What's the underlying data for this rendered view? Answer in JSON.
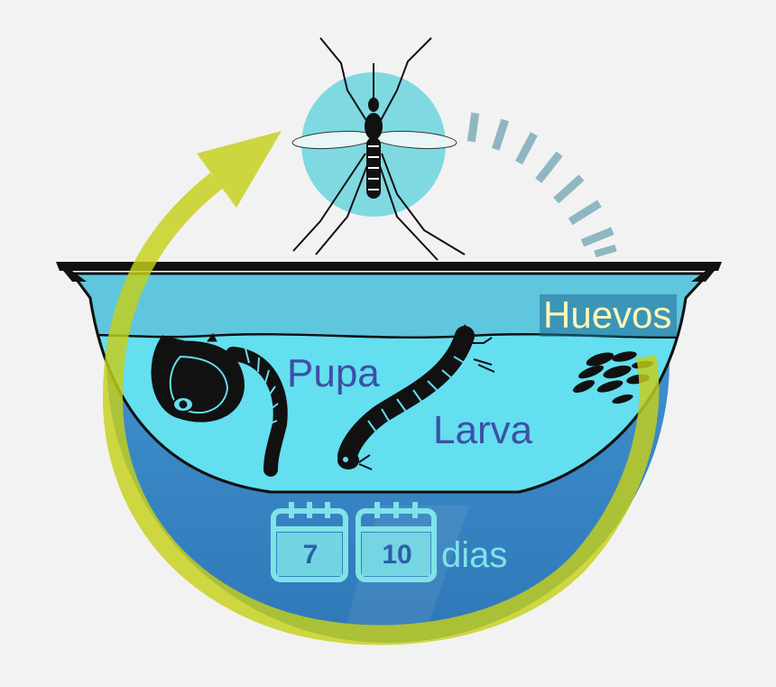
{
  "colors": {
    "background": "#f2f2f2",
    "cycle_arrow": "#c6cf18",
    "water_light": "#63dff0",
    "basin_rim": "#5fc6de",
    "basin_deep": "#3a86c6",
    "stage_text": "#3e4fa6",
    "eggs_text": "#fbf7b8",
    "calendar": "#7fe3e8",
    "silhouette": "#111111",
    "mosquito_disc": "#7fd9e1",
    "dashes": "#8fb7c2"
  },
  "stages": {
    "adult": {
      "icon": "mosquito-icon"
    },
    "pupa": {
      "label": "Pupa",
      "icon": "pupa-icon"
    },
    "larva": {
      "label": "Larva",
      "icon": "larva-icon"
    },
    "eggs": {
      "label": "Huevos",
      "icon": "eggs-icon"
    }
  },
  "duration": {
    "calendar_icon": "calendar-icon",
    "min": "7",
    "max": "10",
    "unit": "dias"
  }
}
